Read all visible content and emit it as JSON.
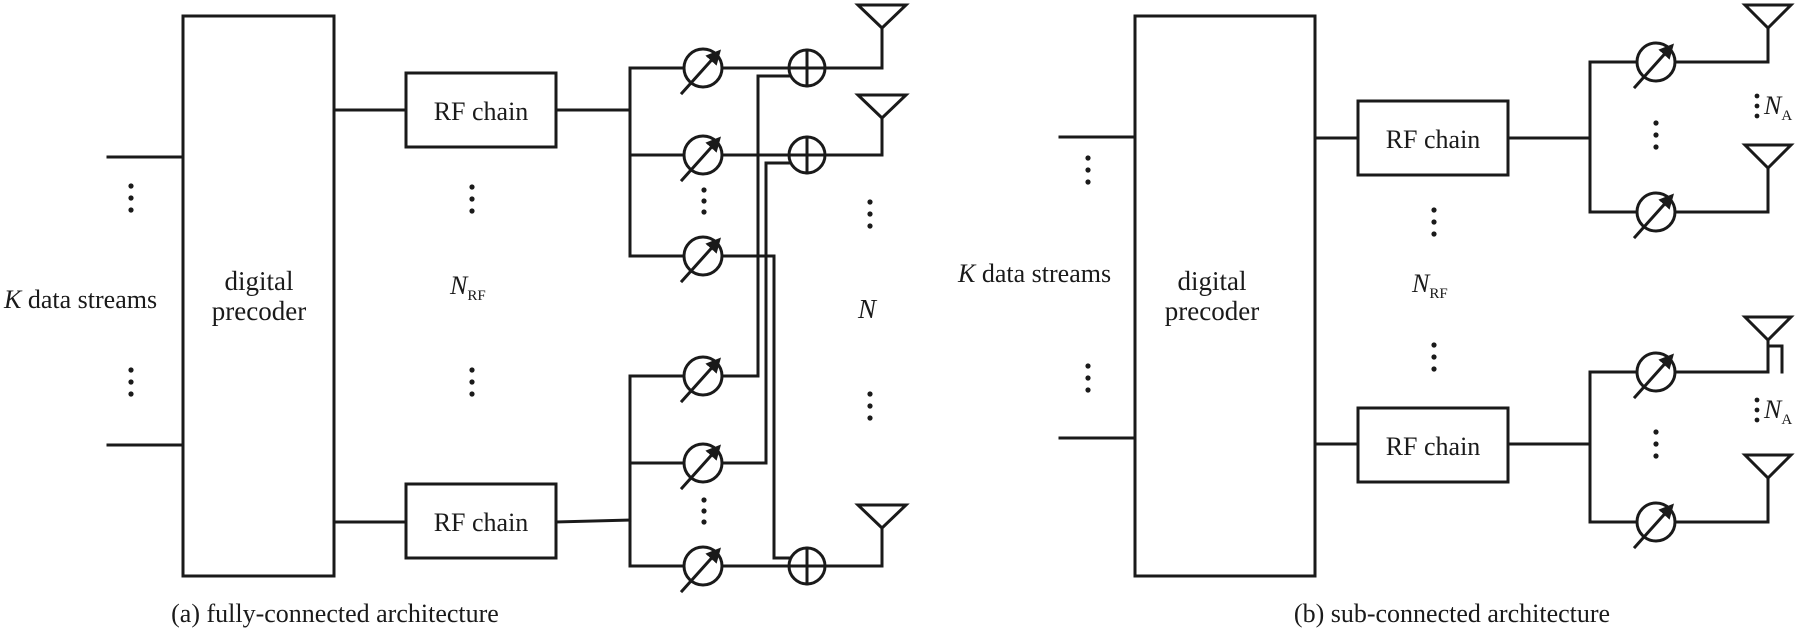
{
  "fully_connected": {
    "input_label": "K data streams",
    "input_label_var": "K",
    "input_label_rest": " data streams",
    "precoder_line1": "digital",
    "precoder_line2": "precoder",
    "rf_chain_top": "RF chain",
    "rf_chain_bottom": "RF chain",
    "nrf_main": "N",
    "nrf_sub": "RF",
    "antenna_count": "N",
    "caption": "(a) fully-connected architecture"
  },
  "sub_connected": {
    "input_label": "K data streams",
    "input_label_var": "K",
    "input_label_rest": " data streams",
    "precoder_line1": "digital",
    "precoder_line2": "precoder",
    "rf_chain_top": "RF chain",
    "rf_chain_bottom": "RF chain",
    "nrf_main": "N",
    "nrf_sub": "RF",
    "na_top_main": "N",
    "na_top_sub": "A",
    "na_bottom_main": "N",
    "na_bottom_sub": "A",
    "caption": "(b) sub-connected architecture"
  }
}
